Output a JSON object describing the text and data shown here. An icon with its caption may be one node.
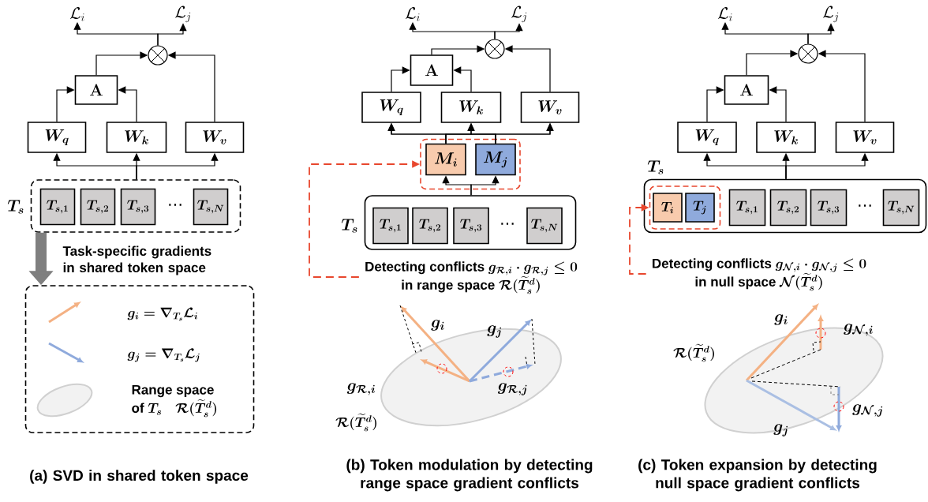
{
  "diagram": {
    "nodes": [
      {
        "text": [
          "\\mathcal{L}_i"
        ]
      },
      {
        "text": [
          "\\mathcal{L}_j"
        ]
      },
      {
        "text": [],
        "shape": "circle"
      },
      {
        "text": [
          "\\mathbf{A}"
        ]
      },
      {
        "text": [
          "W_q"
        ]
      },
      {
        "text": [
          "W_k"
        ]
      },
      {
        "text": [
          "W_v"
        ]
      },
      {
        "text": [
          "T_s"
        ]
      },
      {
        "text": [
          "T_{s,1}"
        ],
        "in": 7
      },
      {
        "text": [
          "T_{s,2}"
        ],
        "in": 7
      },
      {
        "text": [
          "T_{s,3}"
        ],
        "in": 7
      },
      {
        "text": [
          "T_{s,N}"
        ],
        "in": 7
      },
      {
        "text": [],
        "shape": "box"
      },
      {
        "text": [
          "\\mathcal{L}_i"
        ]
      },
      {
        "text": [
          "\\mathcal{L}_j"
        ]
      },
      {
        "text": [],
        "shape": "circle"
      },
      {
        "text": [
          "\\mathbf{A}"
        ]
      },
      {
        "text": [
          "W_q"
        ]
      },
      {
        "text": [
          "W_k"
        ]
      },
      {
        "text": [
          "W_v"
        ]
      },
      {
        "text": [],
        "shape": "box"
      },
      {
        "text": [
          "M_i"
        ],
        "in": 20
      },
      {
        "text": [
          "M_j"
        ],
        "in": 20
      },
      {
        "text": [
          "T_s"
        ]
      },
      {
        "text": [
          "T_{s,1}"
        ],
        "in": 23
      },
      {
        "text": [
          "T_{s,2}"
        ],
        "in": 23
      },
      {
        "text": [
          "T_{s,3}"
        ],
        "in": 23
      },
      {
        "text": [
          "T_{s,N}"
        ],
        "in": 23
      },
      {
        "text": [
          "\\begin{array}{c}\\text{Detecting conflicts } g_{\\mathcal{R},i}\\cdot g_{\\mathcal{R},j}\\leq 0\\\\ \\text{in range space } \\mathcal{R}(\\widetilde{T}_s^d)\\end{array}"
        ]
      },
      {
        "text": [
          "\\mathcal{L}_i"
        ]
      },
      {
        "text": [
          "\\mathcal{L}_j"
        ]
      },
      {
        "text": [],
        "shape": "circle"
      },
      {
        "text": [
          "\\mathbf{A}"
        ]
      },
      {
        "text": [
          "W_q"
        ]
      },
      {
        "text": [
          "W_k"
        ]
      },
      {
        "text": [
          "W_v"
        ]
      },
      {
        "text": [
          "T_s"
        ]
      },
      {
        "text": [],
        "shape": "box",
        "in": 36
      },
      {
        "text": [
          "T_i"
        ],
        "in": 37
      },
      {
        "text": [
          "T_j"
        ],
        "in": 37
      },
      {
        "text": [
          "T_{s,1}"
        ],
        "in": 36
      },
      {
        "text": [
          "T_{s,2}"
        ],
        "in": 36
      },
      {
        "text": [
          "T_{s,3}"
        ],
        "in": 36
      },
      {
        "text": [
          "T_{s,N}"
        ],
        "in": 36
      },
      {
        "text": [
          "\\begin{array}{c}\\text{Detecting conflicts } g_{\\mathcal{N},i}\\cdot g_{\\mathcal{N},j}\\leq 0\\\\ \\text{in null space } \\mathcal{N}(\\widetilde{T}_s^d)\\end{array}"
        ]
      }
    ],
    "edges": [
      {
        "from": 2,
        "to": 0,
        "arrow": "to"
      },
      {
        "from": 2,
        "to": 1,
        "arrow": "to"
      },
      {
        "from": 3,
        "to": 2,
        "arrow": "to"
      },
      {
        "from": 6,
        "to": 2,
        "arrow": "to"
      },
      {
        "from": 4,
        "to": 3,
        "arrow": "to"
      },
      {
        "from": 5,
        "to": 3,
        "arrow": "to"
      },
      {
        "from": 7,
        "to": 4,
        "arrow": "to"
      },
      {
        "from": 7,
        "to": 5,
        "arrow": "to"
      },
      {
        "from": 7,
        "to": 6,
        "arrow": "to"
      },
      {
        "from": 7,
        "to": 12,
        "arrow": "to",
        "label": "Task-specific gradients in shared token space",
        "style": "thick",
        "color": "#7f7f7f"
      },
      {
        "from": 15,
        "to": 13,
        "arrow": "to"
      },
      {
        "from": 15,
        "to": 14,
        "arrow": "to"
      },
      {
        "from": 16,
        "to": 15,
        "arrow": "to"
      },
      {
        "from": 19,
        "to": 15,
        "arrow": "to"
      },
      {
        "from": 17,
        "to": 16,
        "arrow": "to"
      },
      {
        "from": 18,
        "to": 16,
        "arrow": "to"
      },
      {
        "from": 21,
        "to": 17,
        "arrow": "to"
      },
      {
        "from": 21,
        "to": 18,
        "arrow": "to"
      },
      {
        "from": 21,
        "to": 19,
        "arrow": "to"
      },
      {
        "from": 22,
        "to": 17,
        "arrow": "to"
      },
      {
        "from": 22,
        "to": 18,
        "arrow": "to"
      },
      {
        "from": 22,
        "to": 19,
        "arrow": "to"
      },
      {
        "from": 23,
        "to": 21,
        "arrow": "to"
      },
      {
        "from": 23,
        "to": 22,
        "arrow": "to"
      },
      {
        "from": 28,
        "to": 20,
        "arrow": "to",
        "style": "dashed",
        "color": "#e8472e"
      },
      {
        "from": 31,
        "to": 29,
        "arrow": "to"
      },
      {
        "from": 31,
        "to": 30,
        "arrow": "to"
      },
      {
        "from": 32,
        "to": 31,
        "arrow": "to"
      },
      {
        "from": 35,
        "to": 31,
        "arrow": "to"
      },
      {
        "from": 33,
        "to": 32,
        "arrow": "to"
      },
      {
        "from": 34,
        "to": 32,
        "arrow": "to"
      },
      {
        "from": 36,
        "to": 33,
        "arrow": "to"
      },
      {
        "from": 36,
        "to": 34,
        "arrow": "to"
      },
      {
        "from": 36,
        "to": 35,
        "arrow": "to"
      },
      {
        "from": 44,
        "to": 37,
        "arrow": "to",
        "style": "dashed",
        "color": "#e8472e"
      }
    ],
    "labels": [
      "⋯",
      "⋯",
      "⋯",
      "g_i",
      "g_j",
      "g_{\\mathcal{R},i}",
      "g_{\\mathcal{R},j}",
      "\\mathcal{R}(\\widetilde{T}_s^d)",
      "g_i",
      "g_{\\mathcal{N},i}",
      "\\mathcal{R}(\\widetilde{T}_s^d)",
      "g_{\\mathcal{N},j}",
      "g_j",
      "(a) SVD in shared token space",
      "(b) Token modulation by detecting range space gradient conflicts",
      "(c) Token expansion by detecting null space gradient conflicts"
    ],
    "legend": [
      {
        "text": "g_i = \\nabla_{T_s}\\mathcal{L}_i"
      },
      {
        "text": "g_j = \\nabla_{T_s}\\mathcal{L}_j"
      },
      {
        "text": "\\begin{array}{l}\\text{Range space}\\\\ \\text{of } T_s\\quad \\mathcal{R}(\\widetilde{T}_s^d)\\end{array}"
      }
    ]
  }
}
